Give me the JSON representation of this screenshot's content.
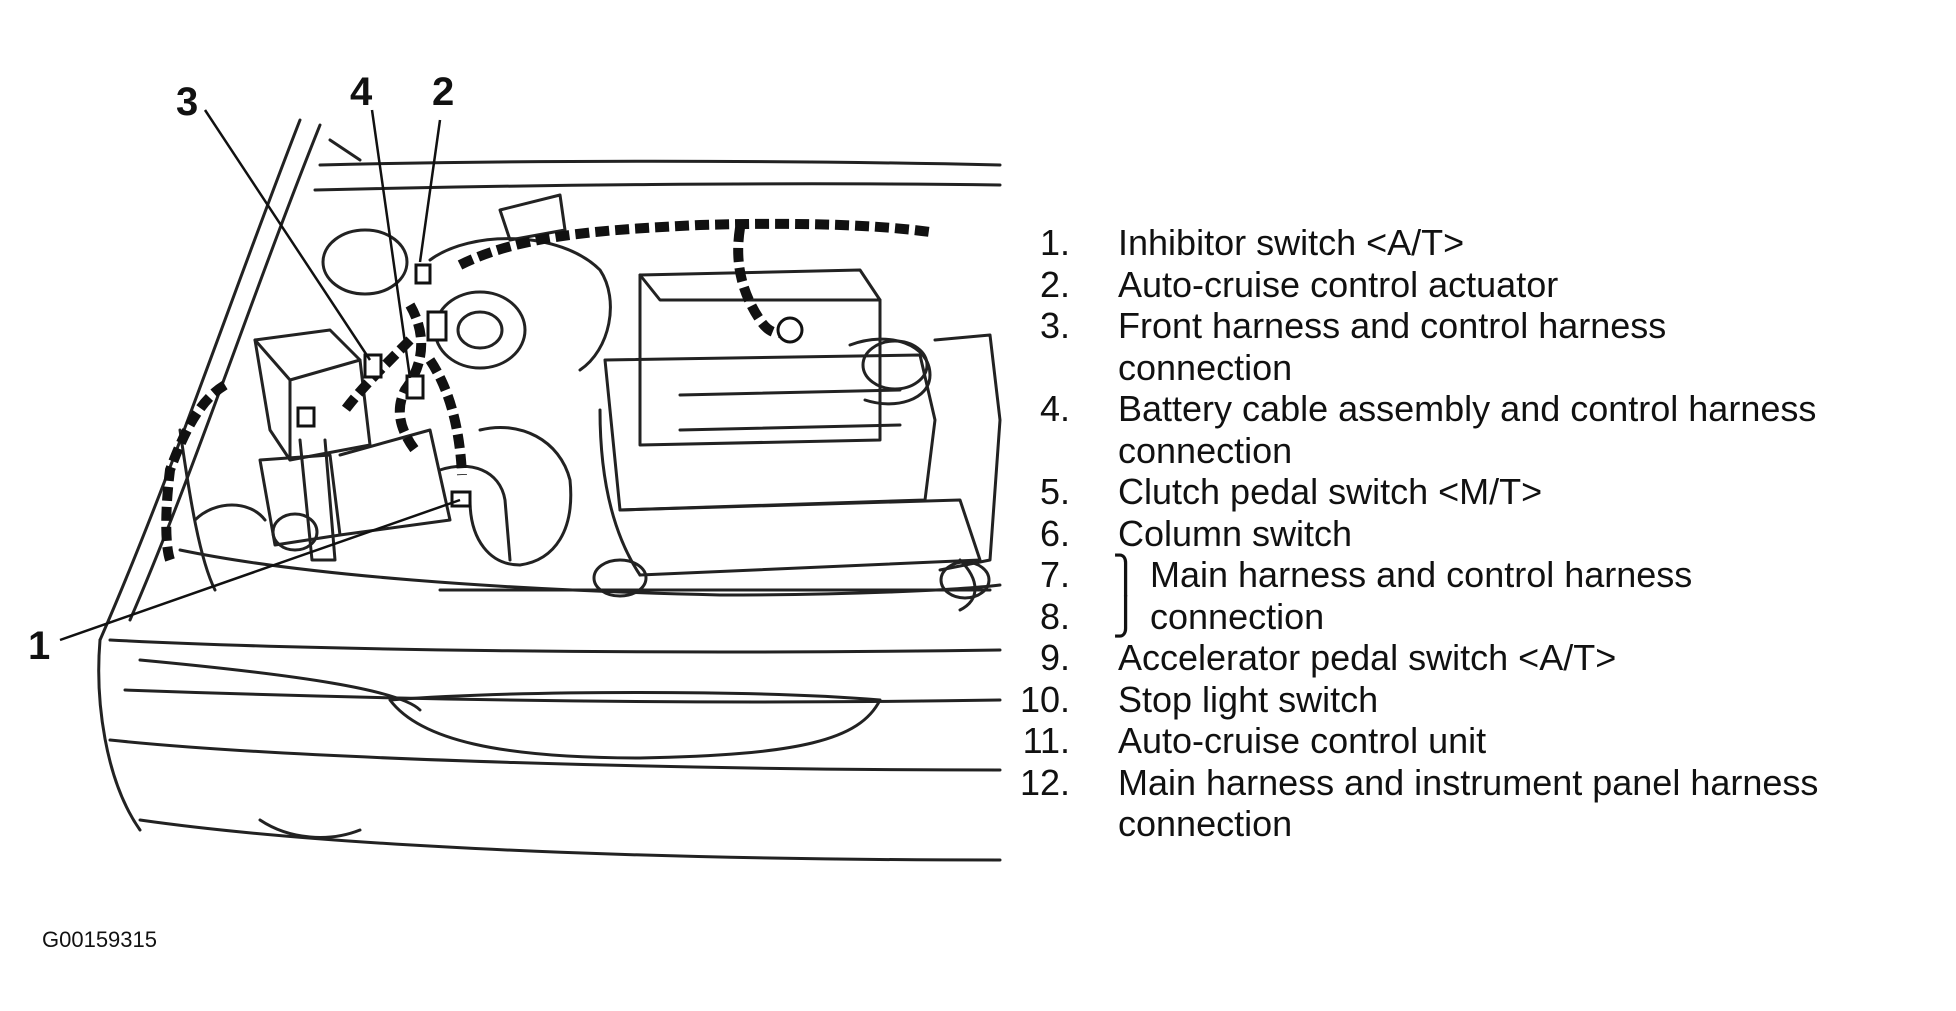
{
  "callouts": [
    {
      "label": "1"
    },
    {
      "label": "2"
    },
    {
      "label": "3"
    },
    {
      "label": "4"
    }
  ],
  "legend": [
    {
      "num": "1.",
      "text": "Inhibitor switch <A/T>"
    },
    {
      "num": "2.",
      "text": "Auto-cruise control actuator"
    },
    {
      "num": "3.",
      "text": "Front harness and control harness"
    },
    {
      "num": "",
      "text": "connection"
    },
    {
      "num": "4.",
      "text": "Battery cable assembly and control harness"
    },
    {
      "num": "",
      "text": "connection"
    },
    {
      "num": "5.",
      "text": "Clutch pedal switch <M/T>"
    },
    {
      "num": "6.",
      "text": "Column switch"
    },
    {
      "num": "7.",
      "text": "Main harness and control harness"
    },
    {
      "num": "8.",
      "text": "connection"
    },
    {
      "num": "9.",
      "text": "Accelerator pedal switch <A/T>"
    },
    {
      "num": "10.",
      "text": "Stop light switch"
    },
    {
      "num": "11.",
      "text": "Auto-cruise control unit"
    },
    {
      "num": "12.",
      "text": "Main harness and instrument panel harness"
    },
    {
      "num": "",
      "text": "connection"
    }
  ],
  "figure_id": "G00159315"
}
